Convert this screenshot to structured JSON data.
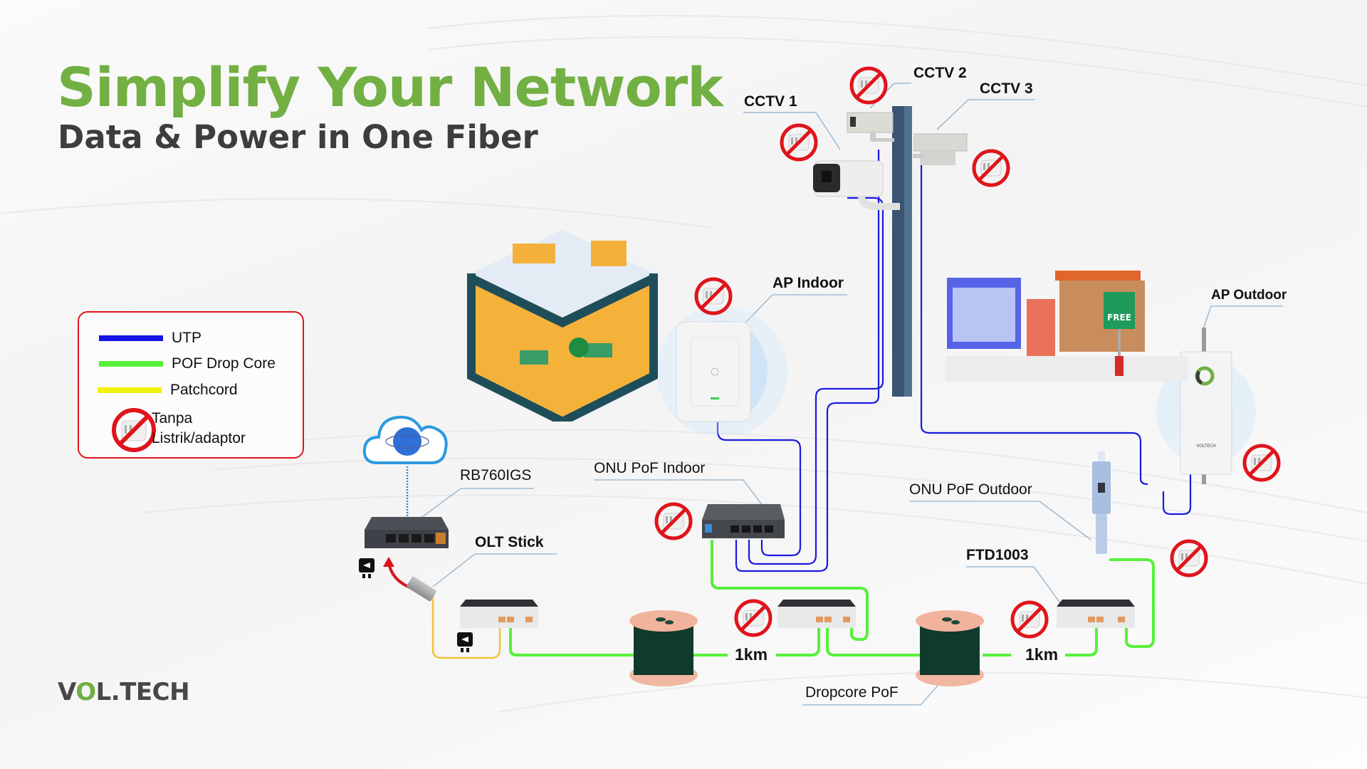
{
  "header": {
    "title": "Simplify Your Network",
    "subtitle": "Data & Power in One Fiber"
  },
  "legend": {
    "items": [
      {
        "label": "UTP",
        "color": "#1313e8"
      },
      {
        "label": "POF Drop Core",
        "color": "#57f03b"
      },
      {
        "label": "Patchcord",
        "color": "#f2f20a"
      }
    ],
    "no_power_label_line1": "Tanpa",
    "no_power_label_line2": "Listrik/adaptor"
  },
  "devices": {
    "cctv1": "CCTV 1",
    "cctv2": "CCTV 2",
    "cctv3": "CCTV 3",
    "ap_indoor": "AP Indoor",
    "ap_outdoor": "AP Outdoor",
    "router": "RB760IGS",
    "olt_stick": "OLT Stick",
    "onu_indoor": "ONU PoF Indoor",
    "onu_outdoor": "ONU PoF Outdoor",
    "ftd": "FTD1003",
    "dropcore": "Dropcore PoF",
    "free_wifi_sign": "FREE",
    "device_brand": "VOLTECH"
  },
  "distances": {
    "span1": "1km",
    "span2": "1km"
  },
  "brand": {
    "logo_left": "V",
    "logo_o": "O",
    "logo_right": "L.TECH"
  },
  "colors": {
    "title_green": "#72b043",
    "utp_blue": "#1313e8",
    "pof_green": "#57f03b",
    "patchcord_yellow": "#f2c33a",
    "no_power_red": "#e0141c"
  }
}
